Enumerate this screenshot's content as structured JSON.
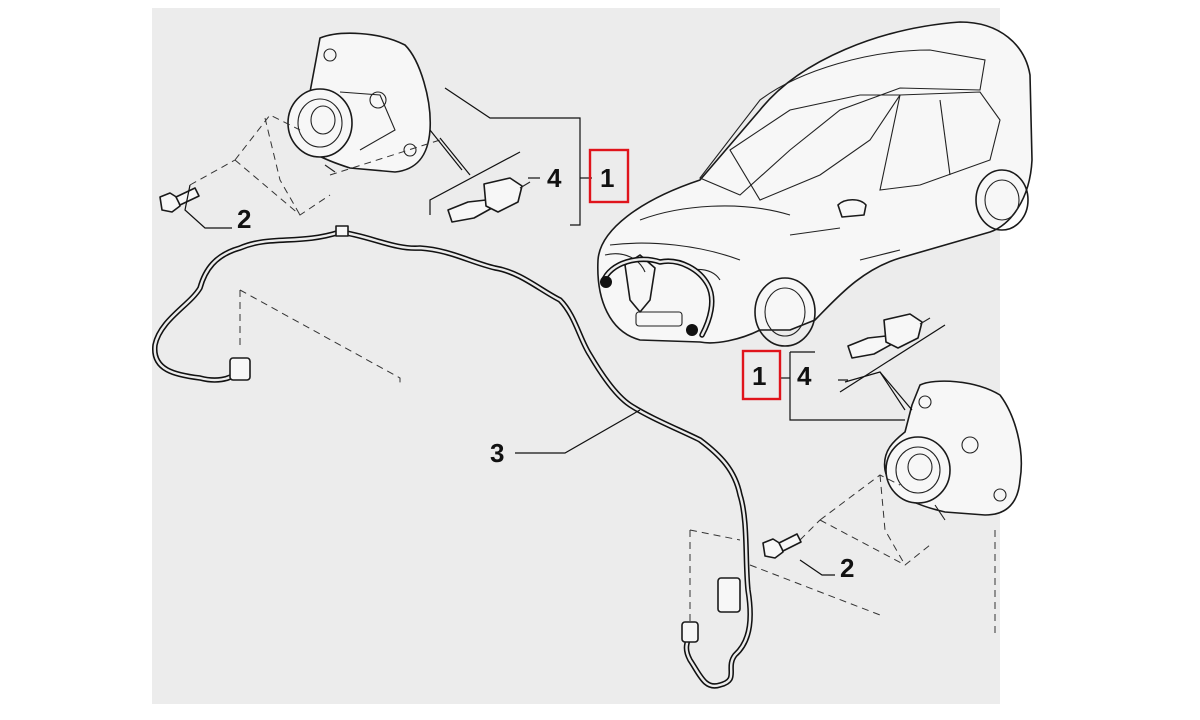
{
  "callouts": {
    "fog_lamp_top": "1",
    "fog_lamp_right": "1",
    "bulb_top": "4",
    "bulb_right": "4",
    "screw_top": "2",
    "screw_right": "2",
    "wiring_harness": "3"
  },
  "highlight_color": "#e0141b",
  "icons": [
    "fog-lamp-icon",
    "bulb-icon",
    "screw-icon",
    "car-icon",
    "harness-icon"
  ]
}
